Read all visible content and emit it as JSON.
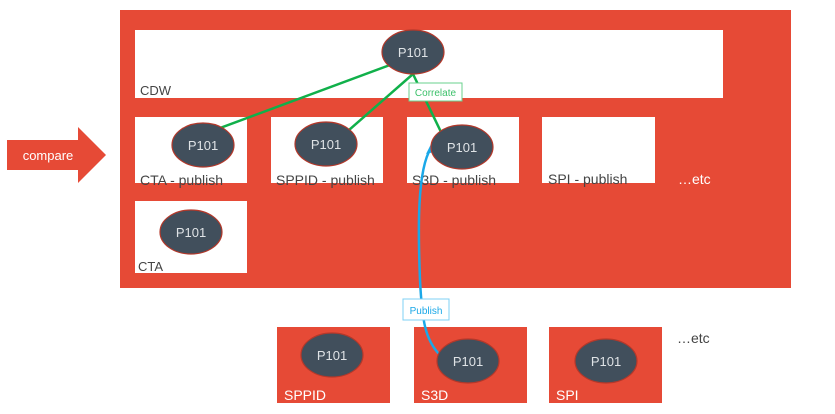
{
  "colors": {
    "red": "#e64a36",
    "node": "#414f5c",
    "green": "#10b04a",
    "blue": "#1aa8e8",
    "text": "#444444"
  },
  "compare_label": "compare",
  "cdw": {
    "label": "CDW",
    "node": "P101"
  },
  "publish_boxes": [
    {
      "label": "CTA - publish",
      "node": "P101"
    },
    {
      "label": "SPPID - publish",
      "node": "P101"
    },
    {
      "label": "S3D - publish",
      "node": "P101"
    },
    {
      "label": "SPI - publish"
    }
  ],
  "cta": {
    "label": "CTA",
    "node": "P101"
  },
  "etc_inner": "…etc",
  "sources": [
    {
      "label": "SPPID",
      "node": "P101"
    },
    {
      "label": "S3D",
      "node": "P101"
    },
    {
      "label": "SPI",
      "node": "P101"
    }
  ],
  "etc_outer": "…etc",
  "correlate_label": "Correlate",
  "publish_label": "Publish"
}
